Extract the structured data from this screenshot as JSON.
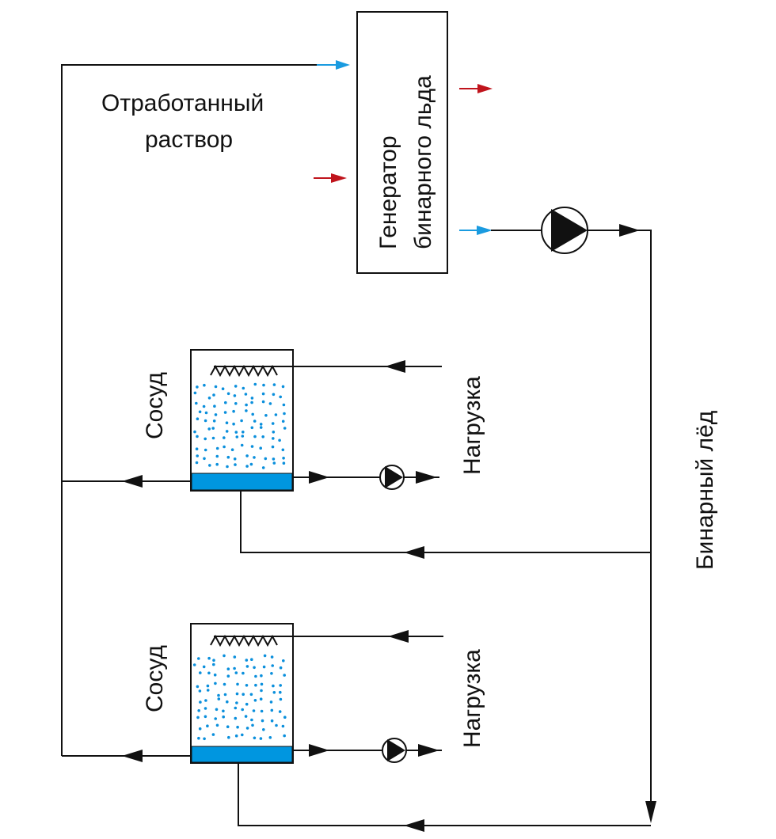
{
  "labels": {
    "generator_line1": "Генератор",
    "generator_line2": "бинарного льда",
    "spent_solution_line1": "Отработанный",
    "spent_solution_line2": "раствор",
    "vessel_top": "Сосуд",
    "vessel_bottom": "Сосуд",
    "load_top": "Нагрузка",
    "load_bottom": "Нагрузка",
    "binary_ice": "Бинарный лёд"
  },
  "colors": {
    "line": "#111111",
    "cold_arrow": "#1a9be0",
    "hot_arrow": "#c0141c",
    "vessel_liquid": "#0096e0",
    "ice_dots": "#0a8fdc"
  }
}
